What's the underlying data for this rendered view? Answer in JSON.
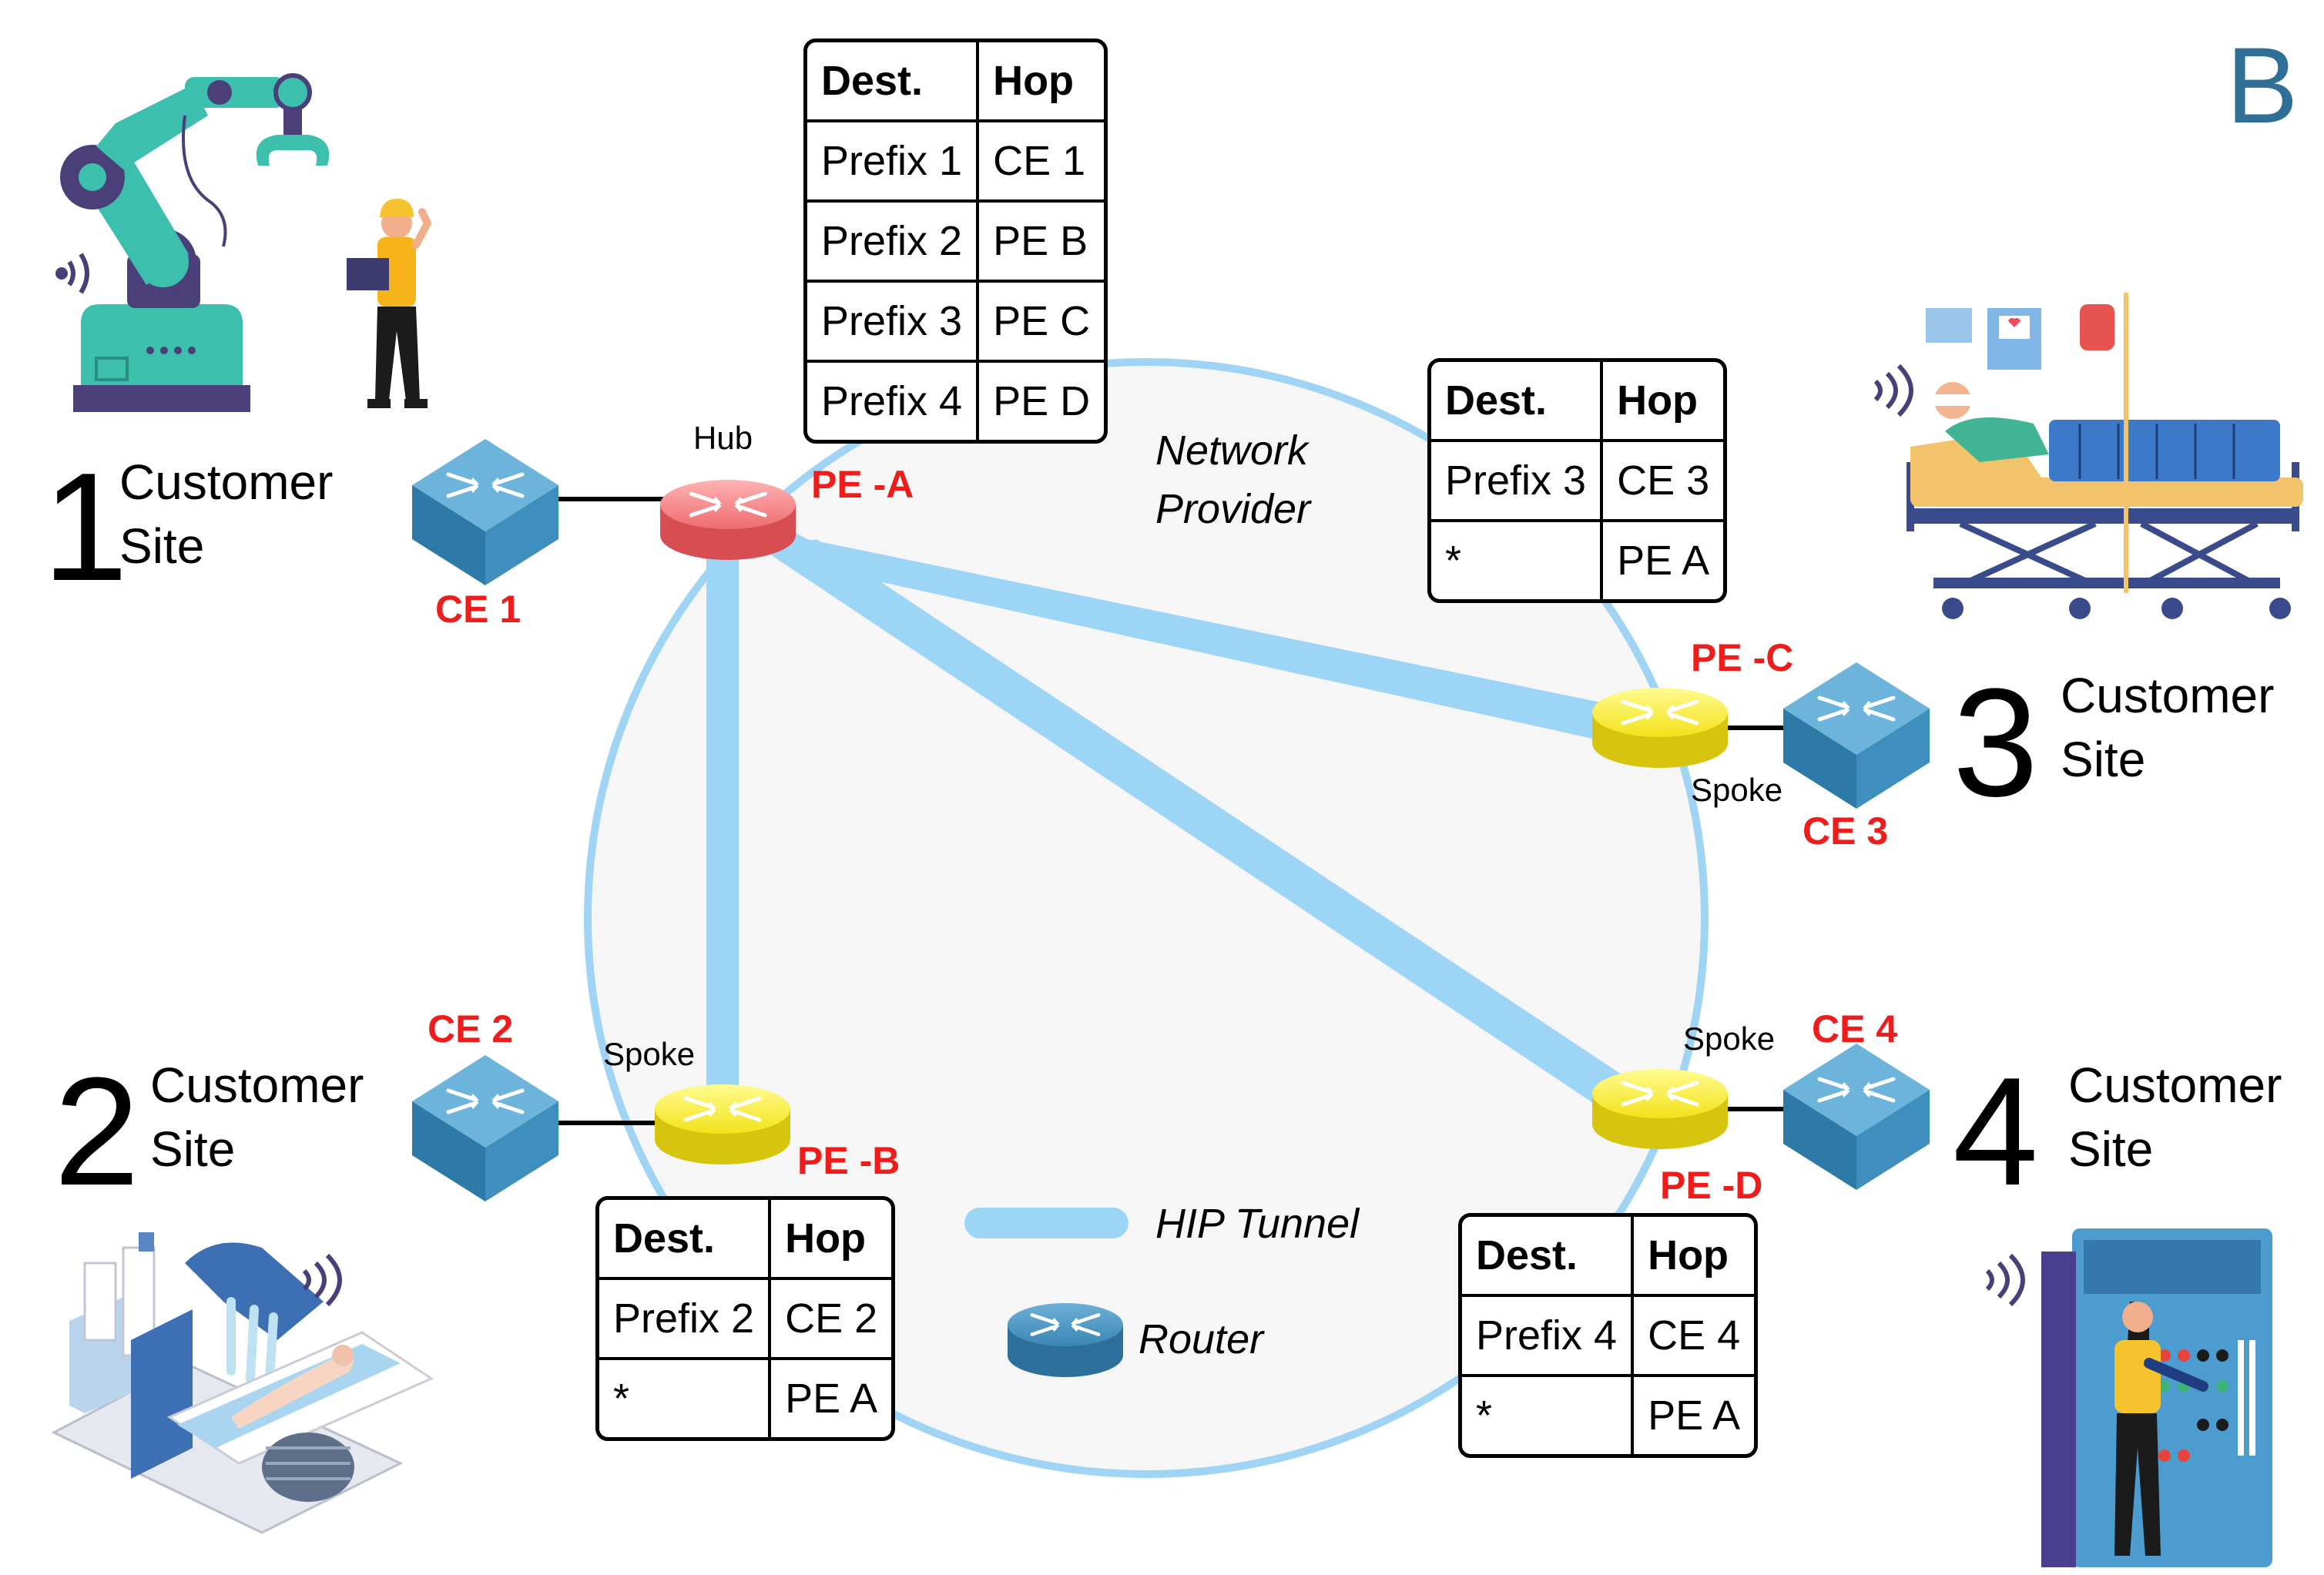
{
  "corner_label": "B",
  "network": {
    "line1": "Network",
    "line2": "Provider"
  },
  "sites": [
    {
      "number": "1",
      "line1": "Customer",
      "line2": "Site"
    },
    {
      "number": "2",
      "line1": "Customer",
      "line2": "Site"
    },
    {
      "number": "3",
      "line1": "Customer",
      "line2": "Site"
    },
    {
      "number": "4",
      "line1": "Customer",
      "line2": "Site"
    }
  ],
  "routers": {
    "pe_a": {
      "name": "PE -A",
      "role": "Hub",
      "color": "#ef6b70"
    },
    "pe_b": {
      "name": "PE -B",
      "role": "Spoke",
      "color": "#f2e316"
    },
    "pe_c": {
      "name": "PE -C",
      "role": "Spoke",
      "color": "#f2e316"
    },
    "pe_d": {
      "name": "PE -D",
      "role": "Spoke",
      "color": "#f2e316"
    }
  },
  "switches": {
    "ce1": "CE 1",
    "ce2": "CE 2",
    "ce3": "CE 3",
    "ce4": "CE 4"
  },
  "legend": {
    "tunnel": "HIP Tunnel",
    "router": "Router"
  },
  "colors": {
    "tunnel": "#9dd5f7",
    "cloud_border": "#9fd4f5",
    "switch": "#3a8ab7",
    "label_red": "#ef1c1c"
  },
  "tables": {
    "hub": {
      "headers": [
        "Dest.",
        "Hop"
      ],
      "rows": [
        [
          "Prefix 1",
          "CE 1"
        ],
        [
          "Prefix 2",
          "PE B"
        ],
        [
          "Prefix 3",
          "PE C"
        ],
        [
          "Prefix 4",
          "PE D"
        ]
      ]
    },
    "pe_b": {
      "headers": [
        "Dest.",
        "Hop"
      ],
      "rows": [
        [
          "Prefix 2",
          "CE 2"
        ],
        [
          "*",
          "PE A"
        ]
      ]
    },
    "pe_c": {
      "headers": [
        "Dest.",
        "Hop"
      ],
      "rows": [
        [
          "Prefix 3",
          "CE 3"
        ],
        [
          "*",
          "PE A"
        ]
      ]
    },
    "pe_d": {
      "headers": [
        "Dest.",
        "Hop"
      ],
      "rows": [
        [
          "Prefix 4",
          "CE 4"
        ],
        [
          "*",
          "PE A"
        ]
      ]
    }
  }
}
